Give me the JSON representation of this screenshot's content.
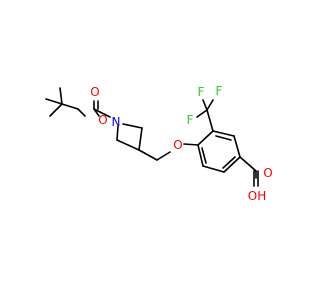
{
  "molecule": {
    "bond_color": "#000000",
    "heteroatom_colors": {
      "O": "#ff0000",
      "N": "#0000ff",
      "F": "#33cc33"
    },
    "atoms": [
      {
        "id": "o_carbonyl_boc",
        "label": "O",
        "element": "O"
      },
      {
        "id": "o_ester_boc",
        "label": "O",
        "element": "O"
      },
      {
        "id": "n_azetidine",
        "label": "N",
        "element": "N"
      },
      {
        "id": "o_ether",
        "label": "O",
        "element": "O"
      },
      {
        "id": "f_top_left",
        "label": "F",
        "element": "F"
      },
      {
        "id": "f_top_right",
        "label": "F",
        "element": "F"
      },
      {
        "id": "f_left",
        "label": "F",
        "element": "F"
      },
      {
        "id": "o_carbonyl_acid",
        "label": "O",
        "element": "O"
      },
      {
        "id": "oh_acid",
        "label": "OH",
        "element": "O"
      }
    ]
  }
}
